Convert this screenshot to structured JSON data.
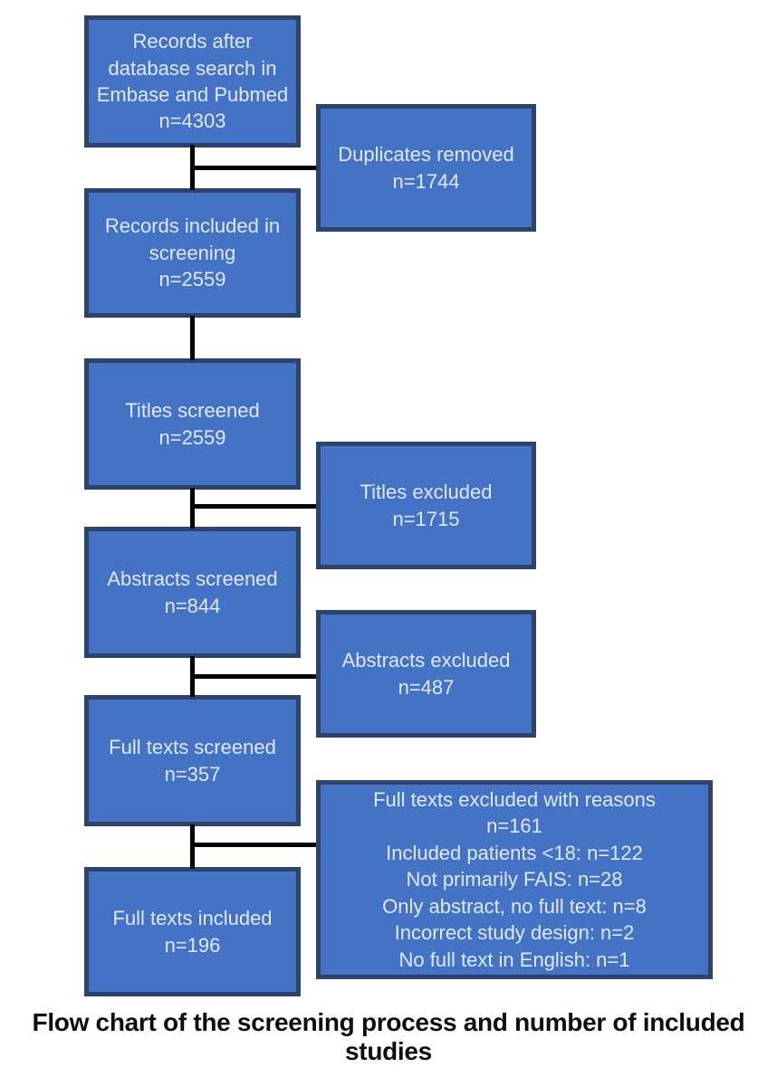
{
  "caption": "Flow chart of the screening process and number of included studies",
  "colors": {
    "box_fill": "#4472c4",
    "box_border": "#2e4369",
    "box_text": "#dfe8f5",
    "connector": "#000000",
    "caption_text": "#0d0d0d",
    "background": "#ffffff"
  },
  "boxes": {
    "records_after_search": {
      "lines": [
        "Records after",
        "database search in",
        "Embase and Pubmed",
        "n=4303"
      ]
    },
    "duplicates_removed": {
      "lines": [
        "Duplicates removed",
        "n=1744"
      ]
    },
    "records_included_screening": {
      "lines": [
        "Records included in",
        "screening",
        "n=2559"
      ]
    },
    "titles_screened": {
      "lines": [
        "Titles screened",
        "n=2559"
      ]
    },
    "titles_excluded": {
      "lines": [
        "Titles excluded",
        "n=1715"
      ]
    },
    "abstracts_screened": {
      "lines": [
        "Abstracts screened",
        "n=844"
      ]
    },
    "abstracts_excluded": {
      "lines": [
        "Abstracts excluded",
        "n=487"
      ]
    },
    "full_texts_screened": {
      "lines": [
        "Full texts screened",
        "n=357"
      ]
    },
    "full_texts_excluded": {
      "lines": [
        "Full texts excluded with reasons",
        "n=161",
        "Included patients <18: n=122",
        "Not primarily FAIS: n=28",
        "Only abstract, no full text: n=8",
        "Incorrect study design: n=2",
        "No full text in English: n=1"
      ]
    },
    "full_texts_included": {
      "lines": [
        "Full texts included",
        "n=196"
      ]
    }
  }
}
